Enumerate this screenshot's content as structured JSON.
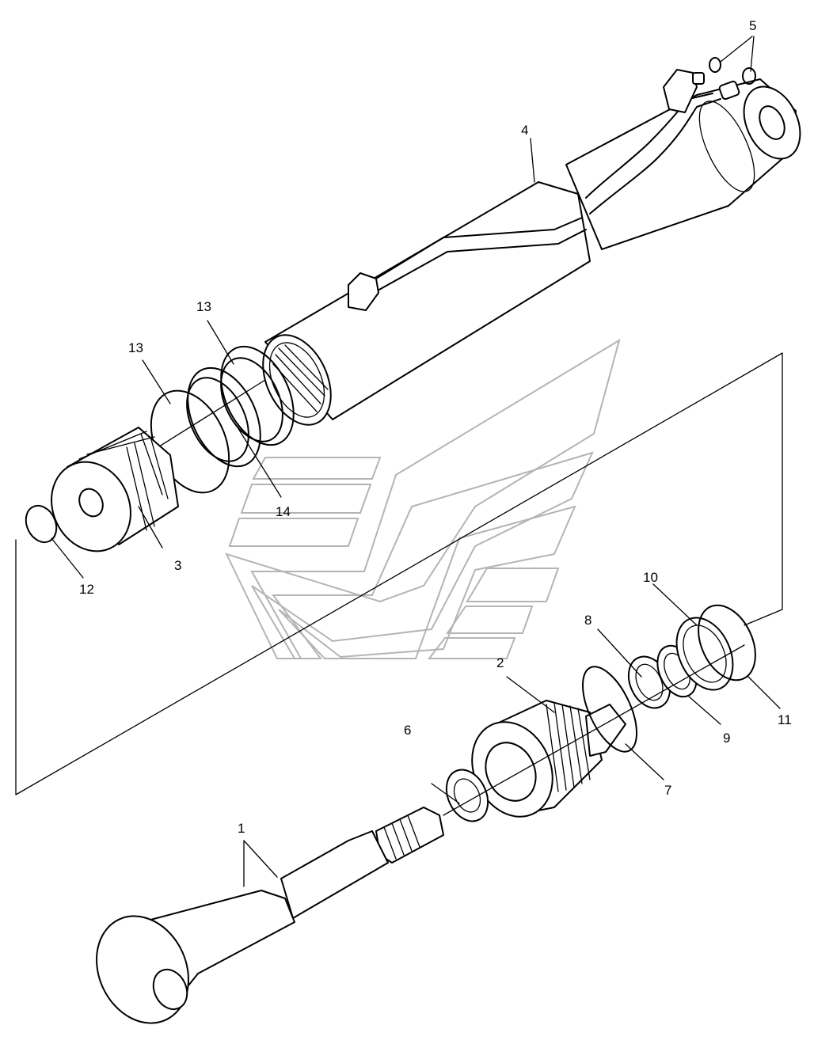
{
  "diagram": {
    "labels": {
      "p1": "1",
      "p2": "2",
      "p3": "3",
      "p4": "4",
      "p5": "5",
      "p6": "6",
      "p7": "7",
      "p8": "8",
      "p9": "9",
      "p10": "10",
      "p11": "11",
      "p12": "12",
      "p13a": "13",
      "p13b": "13",
      "p14": "14"
    }
  }
}
